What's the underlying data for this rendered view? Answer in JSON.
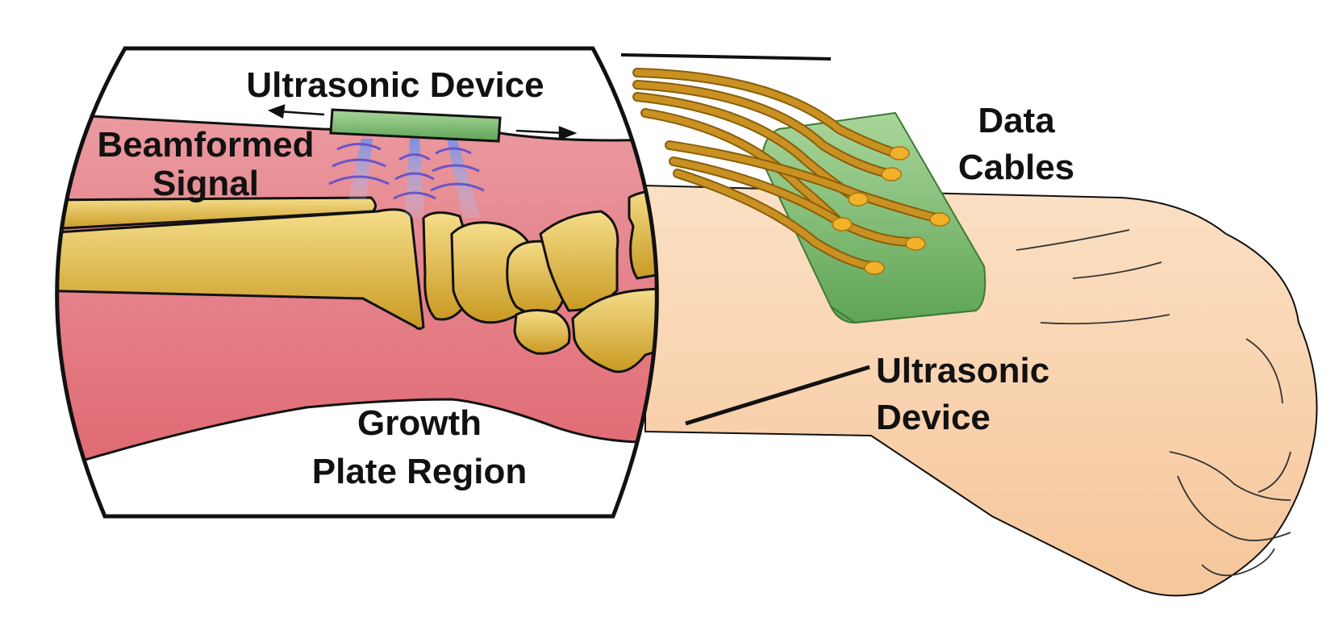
{
  "labels": {
    "ultrasonic_device_top": "Ultrasonic Device",
    "beamformed_signal_line1": "Beamformed",
    "beamformed_signal_line2": "Signal",
    "growth_plate_line1": "Growth",
    "growth_plate_line2": "Plate Region",
    "data_cables_line1": "Data",
    "data_cables_line2": "Cables",
    "ultrasonic_device_right_line1": "Ultrasonic",
    "ultrasonic_device_right_line2": "Device"
  },
  "colors": {
    "skin": "#f8d0ac",
    "tissue": "#e8808a",
    "bone": "#e9c15c",
    "bone_dark": "#c9961e",
    "device": "#86c27a",
    "cable": "#c08a18",
    "cable_tip": "#f1b12a",
    "wave": "#6a55c8",
    "beam": "#9fb8f0",
    "outline": "#111111"
  }
}
